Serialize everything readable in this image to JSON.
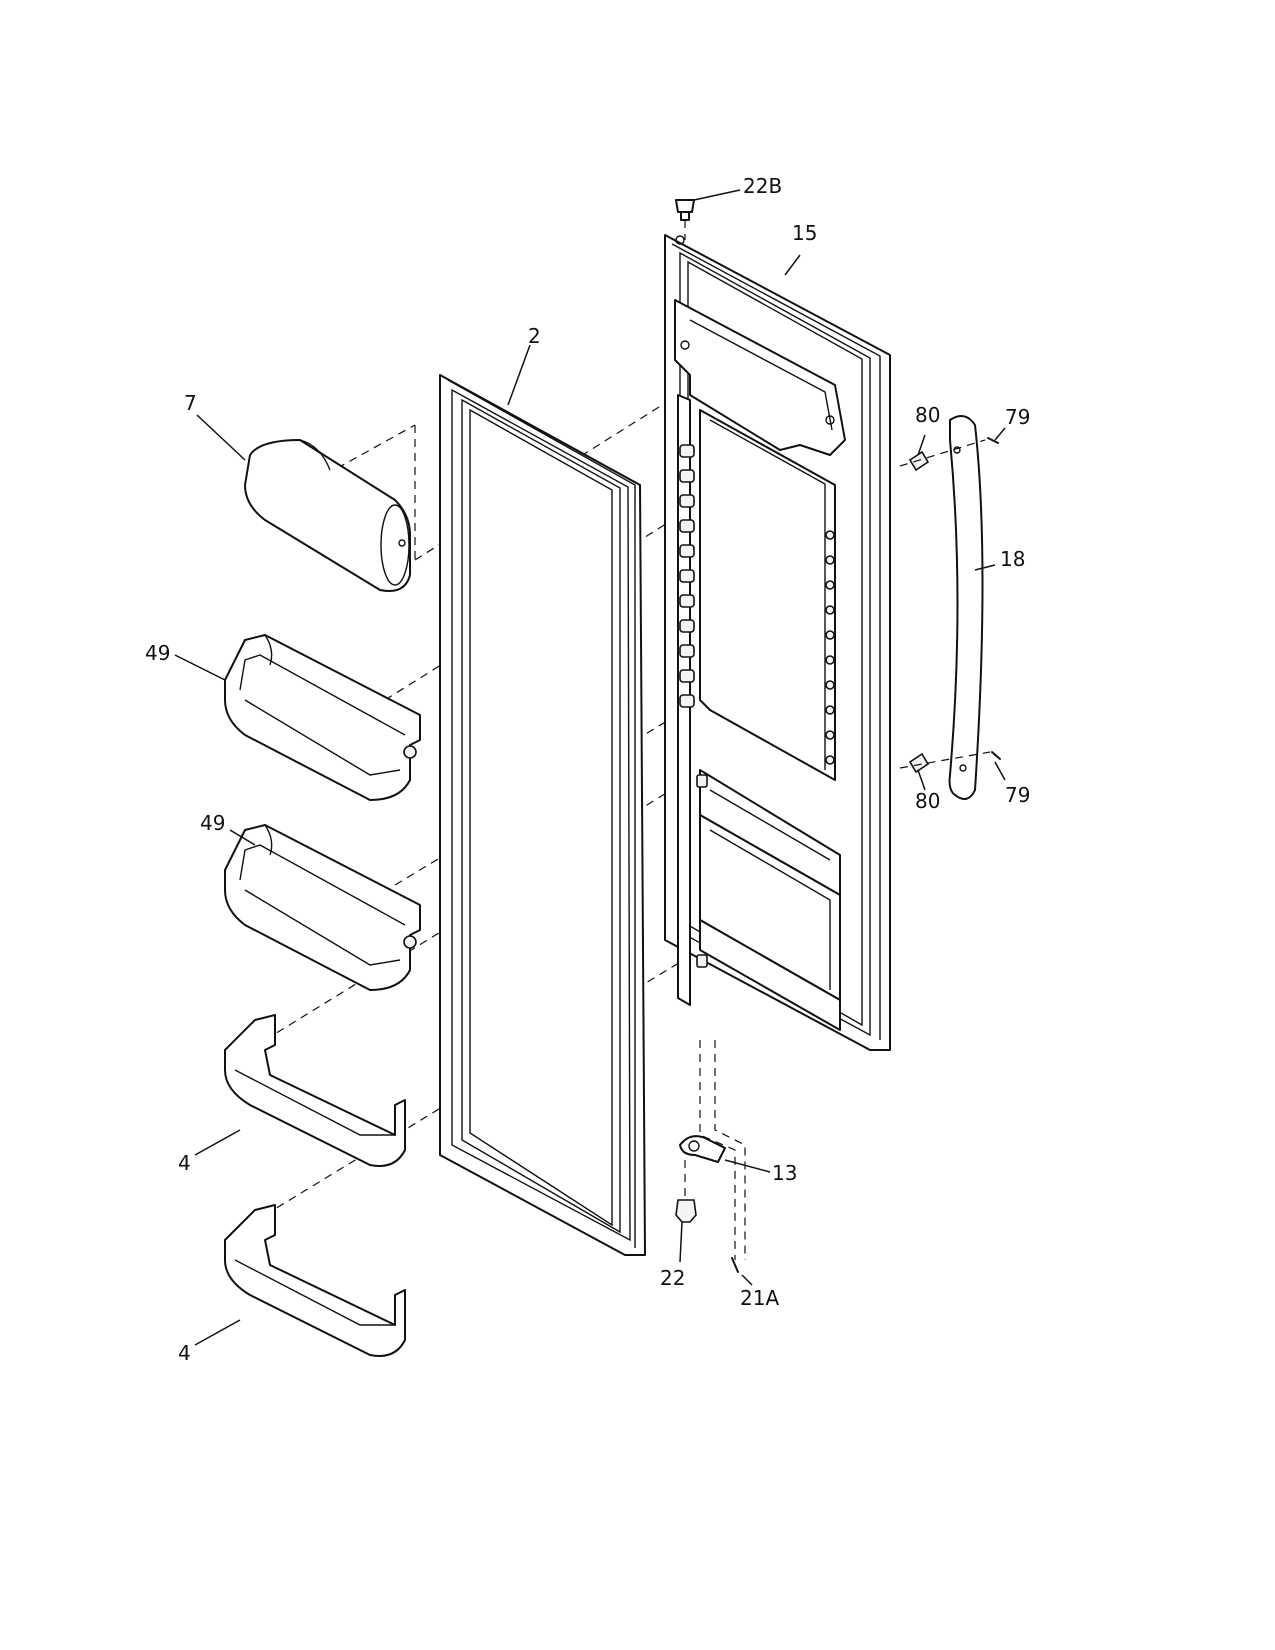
{
  "callouts": {
    "c22b": "22B",
    "c15": "15",
    "c2": "2",
    "c7": "7",
    "c80a": "80",
    "c79a": "79",
    "c18": "18",
    "c49a": "49",
    "c80b": "80",
    "c79b": "79",
    "c49b": "49",
    "c13": "13",
    "c4a": "4",
    "c22": "22",
    "c21a": "21A",
    "c4b": "4"
  }
}
